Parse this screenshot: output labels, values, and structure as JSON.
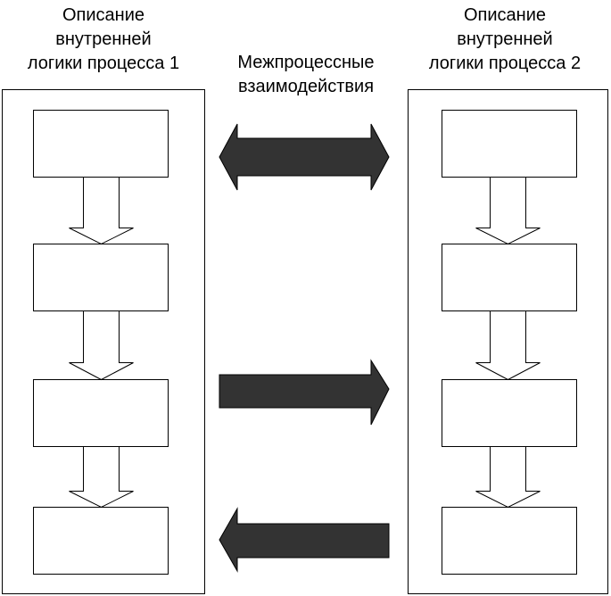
{
  "process_1": {
    "title_lines": [
      "Описание",
      "внутренней",
      "логики процесса 1"
    ]
  },
  "process_2": {
    "title_lines": [
      "Описание",
      "внутренней",
      "логики процесса 2"
    ]
  },
  "interaction": {
    "title_lines": [
      "Межпроцессные",
      "взаимодействия"
    ]
  },
  "colors": {
    "stroke": "#000000",
    "box_fill": "#ffffff",
    "arrow_fill": "#333333"
  }
}
